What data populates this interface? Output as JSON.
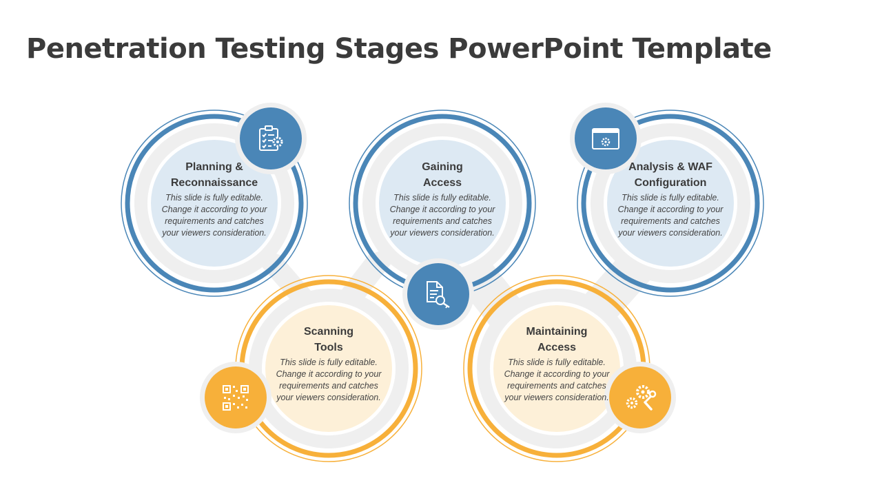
{
  "title": "Penetration Testing Stages PowerPoint Template",
  "colors": {
    "blue": "#4a86b7",
    "orange": "#f7b03a",
    "blue_fill": "#dde9f3",
    "orange_fill": "#fdf0d8",
    "ring_grey": "#efefef",
    "text": "#3b3b3b"
  },
  "stages": [
    {
      "title": "Planning &\nReconnaissance",
      "description": "This slide is fully editable. Change it according to your requirements and catches your viewers consideration.",
      "color": "blue",
      "icon": "clipboard-gear-icon"
    },
    {
      "title": "Gaining\nAccess",
      "description": "This slide is fully editable. Change it according to your requirements and catches your viewers consideration.",
      "color": "blue",
      "icon": "document-key-icon"
    },
    {
      "title": "Analysis & WAF\nConfiguration",
      "description": "This slide is fully editable. Change it according to your requirements and catches your viewers consideration.",
      "color": "blue",
      "icon": "browser-gear-icon"
    },
    {
      "title": "Scanning\nTools",
      "description": "This slide is fully editable. Change it according to your requirements and catches your viewers consideration.",
      "color": "orange",
      "icon": "qr-code-icon"
    },
    {
      "title": "Maintaining\nAccess",
      "description": "This slide is fully editable. Change it according to your requirements and catches your viewers consideration.",
      "color": "orange",
      "icon": "gears-wrench-icon"
    }
  ]
}
